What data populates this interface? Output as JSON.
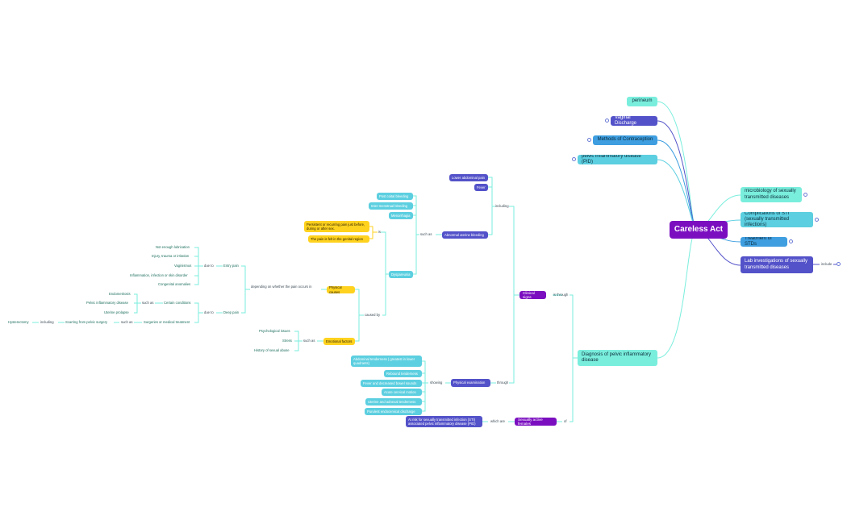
{
  "center": "Careless Act",
  "left_top": {
    "perineum": "perineum",
    "vaginal_discharge": "Vaginal Discharge",
    "contraception": "Methods of Contraception",
    "pid": "pelvic inflammatory disease (PID)"
  },
  "right": {
    "microbiology": "microbiology of sexually transmitted diseases",
    "complications": "Complications of STI (sexually transmitted infections)",
    "treatment": "Treatment of STDs",
    "lab": "Lab investigations of sexually transmitted diseases",
    "include": "include"
  },
  "diagnosis": "Diagnosis of pelvic inflammatory disease",
  "labels": {
    "is_through": "is through",
    "of": "of",
    "which_are": "which are",
    "through": "through",
    "including": "including",
    "such_as": "such as",
    "is": "is",
    "caused_by": "caused by",
    "depending": "depending on whether the pain occurs in",
    "due_to_1": "due to",
    "due_to_2": "due to",
    "such_as_2": "such as",
    "such_as_3": "such as",
    "such_as_4": "such as",
    "including_2": "including",
    "showing": "showing"
  },
  "clinical_signs": "Clinical signs",
  "sexually_active": "Sexually active females",
  "at_risk": "At risk for sexually transmitted infection (STI) associated pelvic inflammatory disease (PID)",
  "physical_exam": "Physical examination",
  "exam_items": [
    "Abdominal tenderness ( greatest in lower quadrants)",
    "Rebound tenderness",
    "Fever and decreased bowel sounds",
    "Acute cervical motion",
    "Uterine and adnexal tenderness",
    "Purulent endocervical discharge"
  ],
  "including_items": {
    "lower_abd": "Lower abdominal pain",
    "fever": "Fever"
  },
  "aub": "Abnormal uterine bleeding",
  "bleeding": {
    "post_coital": "Post coital bleeding",
    "inter_menstrual": "Inter-menstrual bleeding",
    "menorrhagia": "Menorrhagia",
    "dyspareunia": "Dyspareunia"
  },
  "is_items": {
    "persistent": "Persistent or recurring pain just before, during or after sex.",
    "genital": "The pain is felt in the genital region"
  },
  "causes": {
    "physical": "Physical causes",
    "emotional": "Emotional factors"
  },
  "entry_pain": "Entry pain",
  "deep_pain": "Deep pain",
  "entry_items": [
    "Not enough lubrication",
    "Injury, trauma or irritation",
    "Vaginismus",
    "Inflammation, infection or skin disorder",
    "Congenital anomalies"
  ],
  "certain_conditions": "Certain conditions",
  "conditions": [
    "Endometriosis",
    "Pelvic inflammatory disease",
    "Uterine prolapse"
  ],
  "surgeries": "Surgeries or medical treatment",
  "scarring": "Scarring from pelvic surgery",
  "hysterectomy": "Hysterectomy",
  "emotional_items": [
    "Psychological issues",
    "Stress",
    "History of sexual abuse"
  ]
}
